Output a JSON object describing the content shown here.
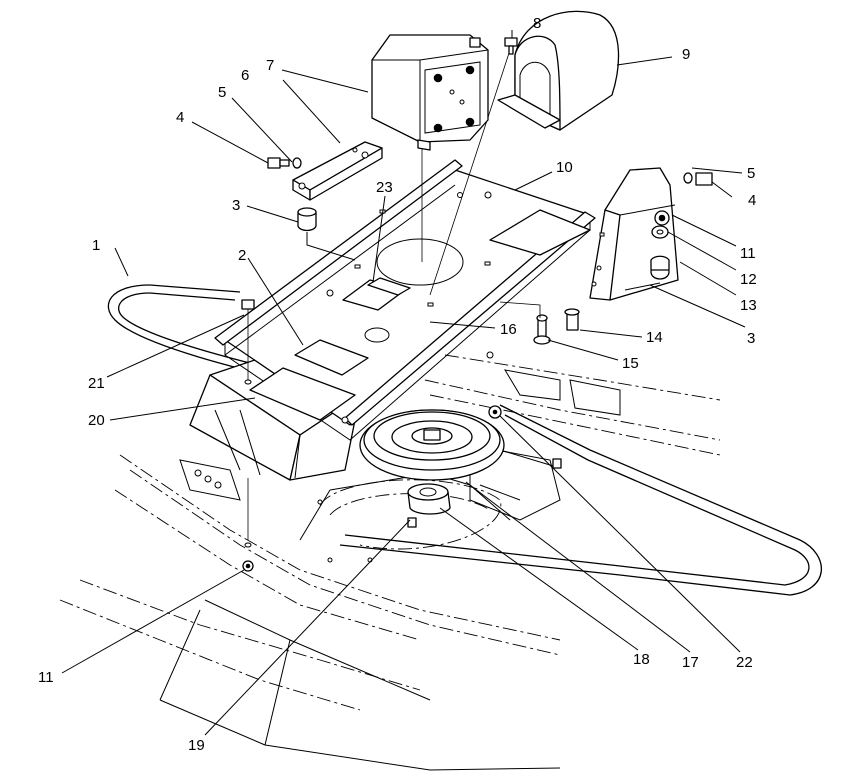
{
  "diagram": {
    "callouts": [
      "1",
      "2",
      "3",
      "3",
      "4",
      "4",
      "5",
      "5",
      "6",
      "7",
      "8",
      "9",
      "10",
      "11",
      "11",
      "12",
      "13",
      "14",
      "15",
      "16",
      "17",
      "18",
      "19",
      "20",
      "21",
      "22",
      "23"
    ]
  }
}
